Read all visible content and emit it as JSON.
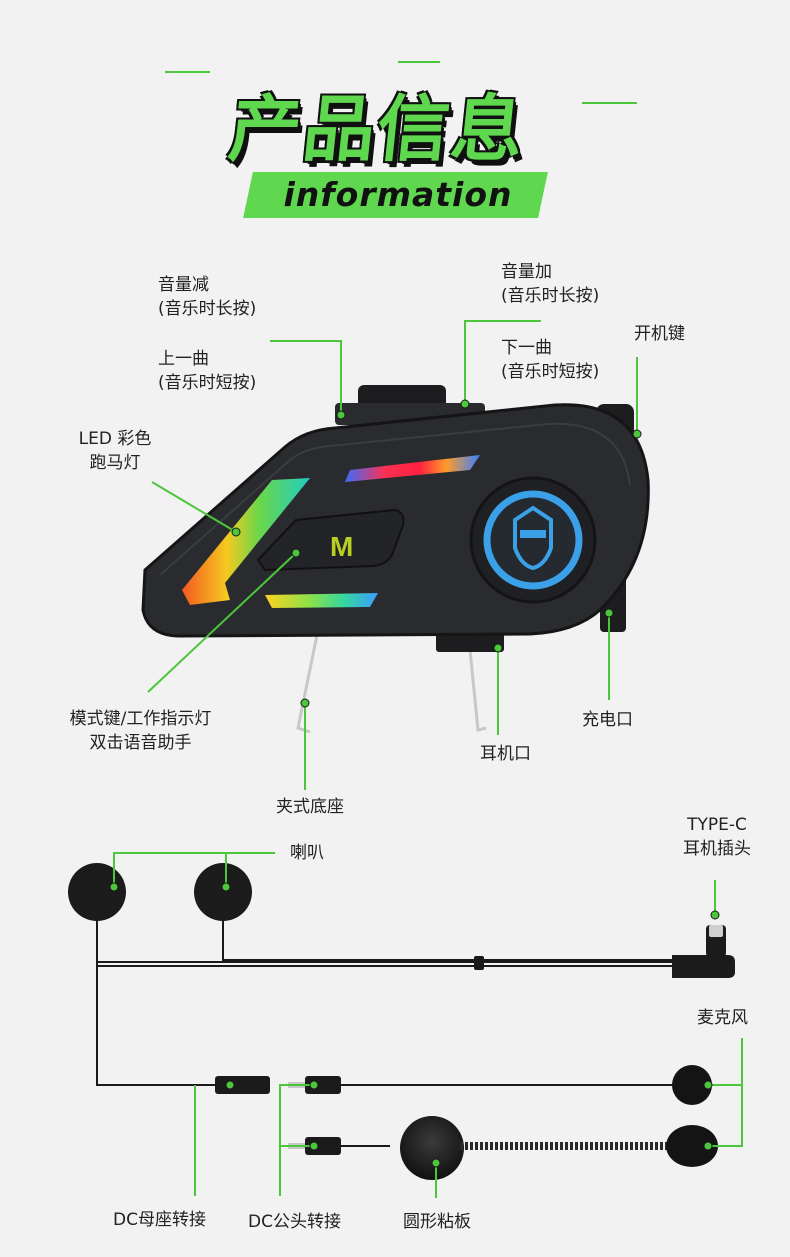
{
  "header": {
    "title": "产品信息",
    "subtitle": "information"
  },
  "labels": {
    "vol_down_1": "音量减",
    "vol_down_2": "(音乐时长按)",
    "prev_1": "上一曲",
    "prev_2": "(音乐时短按)",
    "vol_up_1": "音量加",
    "vol_up_2": "(音乐时长按)",
    "next_1": "下一曲",
    "next_2": "(音乐时短按)",
    "power": "开机键",
    "led_1": "LED 彩色",
    "led_2": "跑马灯",
    "mode_1": "模式键/工作指示灯",
    "mode_2": "双击语音助手",
    "clip": "夹式底座",
    "earphone_port": "耳机口",
    "charge_port": "充电口",
    "typec_1": "TYPE-C",
    "typec_2": "耳机插头",
    "speaker": "喇叭",
    "mic": "麦克风",
    "dc_female": "DC母座转接",
    "dc_male": "DC公头转接",
    "round_pad": "圆形粘板",
    "m_key": "M"
  },
  "colors": {
    "accent": "#4cc63a",
    "title_green": "#5fd84f",
    "device_body": "#2a2b2e",
    "blue_ring": "#3aa0e8"
  }
}
